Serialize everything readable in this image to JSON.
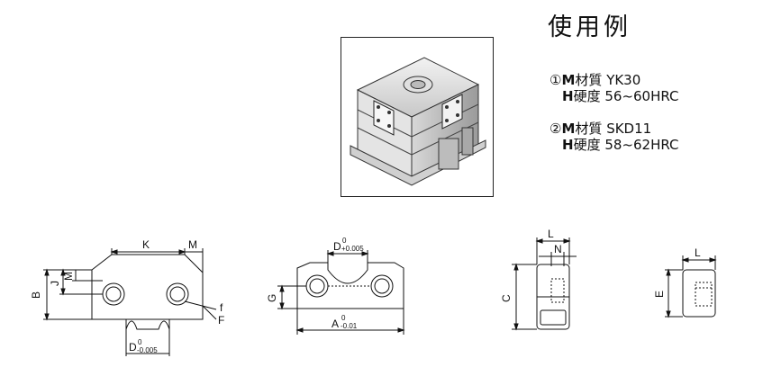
{
  "title": "使用例",
  "specs": [
    {
      "num": "①",
      "m_label": "M",
      "m_name": "材質",
      "m_value": "YK30",
      "h_label": "H",
      "h_name": "硬度",
      "h_value": "56~60HRC"
    },
    {
      "num": "②",
      "m_label": "M",
      "m_name": "材質",
      "m_value": "SKD11",
      "h_label": "H",
      "h_name": "硬度",
      "h_value": "58~62HRC"
    }
  ],
  "drawing1": {
    "K": "K",
    "M": "M",
    "M_side": "M",
    "J": "J",
    "B": "B",
    "f": "f",
    "F": "F",
    "D": "D",
    "D_upper": "0",
    "D_lower": "-0.005"
  },
  "drawing2": {
    "D": "D",
    "D_upper": "0",
    "D_lower": "+0.005",
    "G": "G",
    "A": "A",
    "A_upper": "0",
    "A_lower": "-0.01"
  },
  "drawing3": {
    "L": "L",
    "N": "N",
    "C": "C"
  },
  "drawing4": {
    "L": "L",
    "E": "E"
  }
}
